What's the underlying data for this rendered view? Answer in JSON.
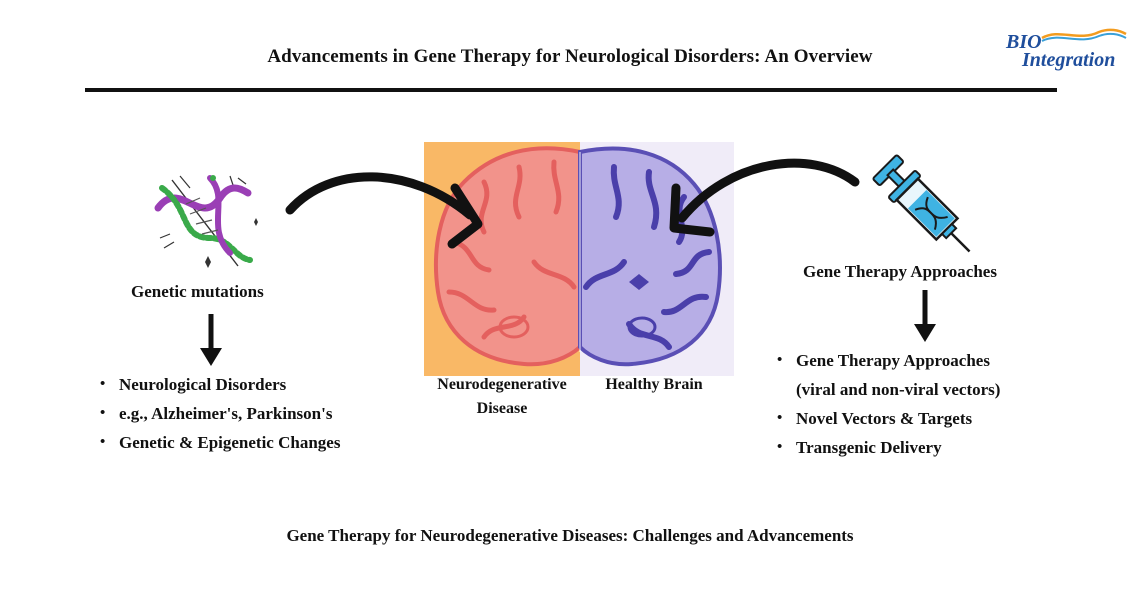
{
  "header": {
    "title": "Advancements in Gene Therapy for Neurological Disorders: An Overview",
    "logo_text_top": "BIO",
    "logo_text_bottom": "Integration"
  },
  "left_panel": {
    "heading": "Genetic mutations",
    "items": [
      {
        "label": "Neurological Disorders"
      },
      {
        "label": "e.g., Alzheimer's, Parkinson's"
      },
      {
        "label": "Genetic & Epigenetic Changes"
      }
    ]
  },
  "center": {
    "neurodegenerative_label": "Neurodegenerative Disease",
    "healthy_label": "Healthy Brain"
  },
  "right_panel": {
    "heading": "Gene Therapy Approaches",
    "items": [
      {
        "label": "Gene Therapy Approaches"
      },
      {
        "label": "(viral and non-viral vectors)"
      },
      {
        "label": "Novel Vectors & Targets"
      },
      {
        "label": "Transgenic Delivery"
      }
    ]
  },
  "footer": {
    "caption": "Gene Therapy for Neurodegenerative Diseases: Challenges and Advancements"
  },
  "colors": {
    "left_panel_bg": "#f9b866",
    "right_panel_bg": "#f0ecf8",
    "diseased_brain": "#ec7d7a",
    "healthy_brain": "#6a5fc0",
    "dna_green": "#3aaa4a",
    "dna_purple": "#9a3fb5",
    "syringe_blue": "#3fb3e3",
    "logo_blue": "#1f4e9c",
    "logo_orange": "#f39c1f"
  },
  "icons": [
    "dna-icon",
    "syringe-icon",
    "brain-icon",
    "arrow-down-icon",
    "curved-arrow-icon"
  ]
}
